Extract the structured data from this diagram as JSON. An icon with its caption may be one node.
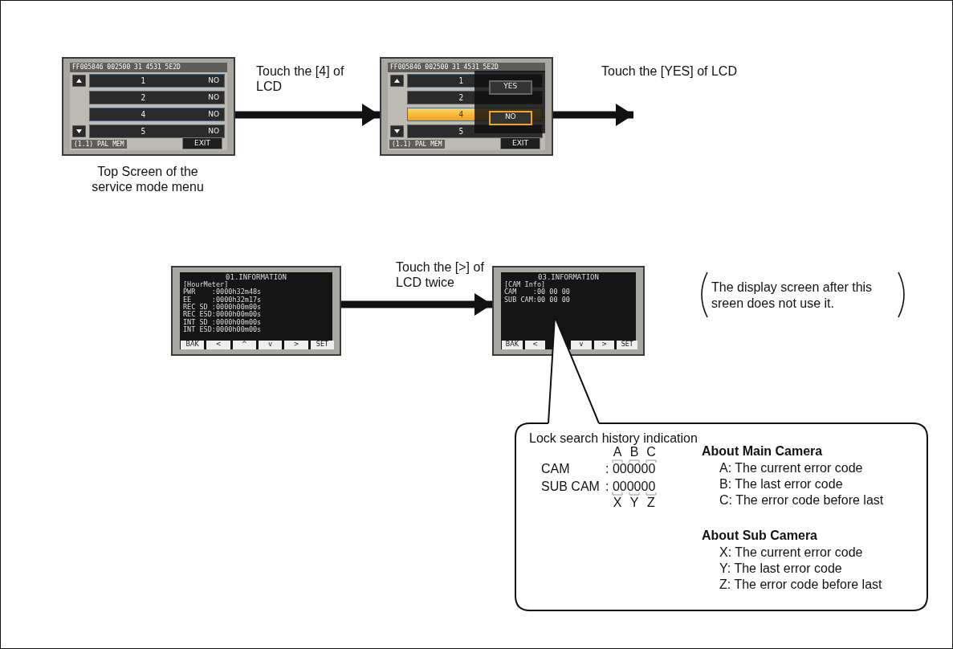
{
  "diagram": {
    "nodes": [
      {
        "text": [
          "FF005846 002500 31 4531 5E2D",
          "1",
          "NO",
          "2",
          "NO",
          "4",
          "NO",
          "5",
          "NO",
          "(1.1) PAL MEM",
          "EXIT"
        ],
        "beside": [
          "Top Screen of the service mode menu"
        ]
      },
      {
        "text": [
          "FF005846 002500 31 4531 5E2D",
          "1",
          "2",
          "4",
          "5",
          "(1.1) PAL MEM",
          "EXIT",
          "YES",
          "NO"
        ]
      },
      {
        "text": [
          "01.INFORMATION",
          "[HourMeter]",
          "PWR    :0000h32m48s",
          "EE     :0000h32m17s",
          "REC SD :0000h00m00s",
          "REC ESD:0000h00m00s",
          "INT SD :0000h00m00s",
          "INT ESD:0000h00m00s",
          "BAK",
          "<",
          "^",
          "v",
          ">",
          "SET"
        ]
      },
      {
        "text": [
          "03.INFORMATION",
          "[CAM Info]",
          "CAM    :00 00 00",
          "SUB CAM:00 00 00",
          "BAK",
          "<",
          "v",
          ">",
          "SET"
        ]
      },
      {
        "text": [
          "Lock search history indication",
          "A",
          "B",
          "C",
          "CAM",
          ": 000000",
          "SUB CAM",
          ": 000000",
          "X",
          "Y",
          "Z",
          "About Main Camera",
          "A: The current error code",
          "B: The last error code",
          "C: The error code before last",
          "About Sub Camera",
          "X: The current error code",
          "Y: The last error code",
          "Z: The error code before last"
        ]
      }
    ],
    "edges": [
      {
        "from": 0,
        "to": 1,
        "arrow": "to",
        "label": "Touch the [4] of LCD"
      },
      {
        "from": 1,
        "to": null,
        "arrow": "to",
        "label": "Touch the [YES] of LCD"
      },
      {
        "from": 2,
        "to": 3,
        "arrow": "to",
        "label": "Touch the [>] of LCD twice"
      },
      {
        "from": 4,
        "to": 3,
        "arrow": "none"
      }
    ],
    "labels": [
      "The display screen after this sreen does not use it."
    ]
  }
}
